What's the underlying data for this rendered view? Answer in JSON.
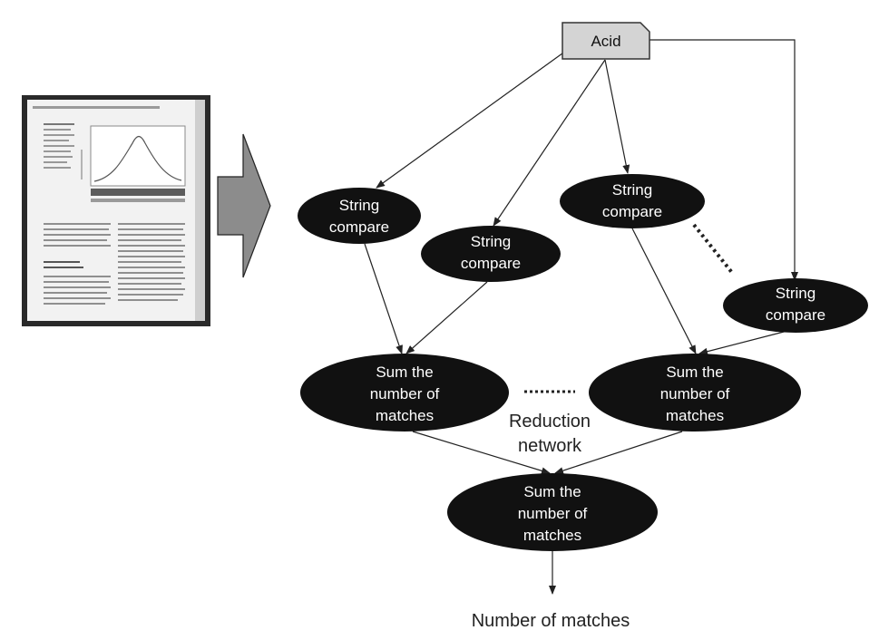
{
  "source": {
    "label": "Acid"
  },
  "compare_nodes": [
    {
      "lines": [
        "String",
        "compare"
      ]
    },
    {
      "lines": [
        "String",
        "compare"
      ]
    },
    {
      "lines": [
        "String",
        "compare"
      ]
    },
    {
      "lines": [
        "String",
        "compare"
      ]
    }
  ],
  "sum_nodes": [
    {
      "lines": [
        "Sum the",
        "number of",
        "matches"
      ]
    },
    {
      "lines": [
        "Sum the",
        "number of",
        "matches"
      ]
    }
  ],
  "final_node": {
    "lines": [
      "Sum the",
      "number of",
      "matches"
    ]
  },
  "reduction_label": [
    "Reduction",
    "network"
  ],
  "output_label": "Number of matches",
  "colors": {
    "node_fill": "#111111",
    "node_text": "#ffffff",
    "acid_fill": "#d4d4d4",
    "arrow_fill": "#8c8c8c",
    "line": "#222222"
  },
  "icons": {
    "document": "scanned-document-page-icon",
    "arrow": "big-right-arrow-icon"
  }
}
